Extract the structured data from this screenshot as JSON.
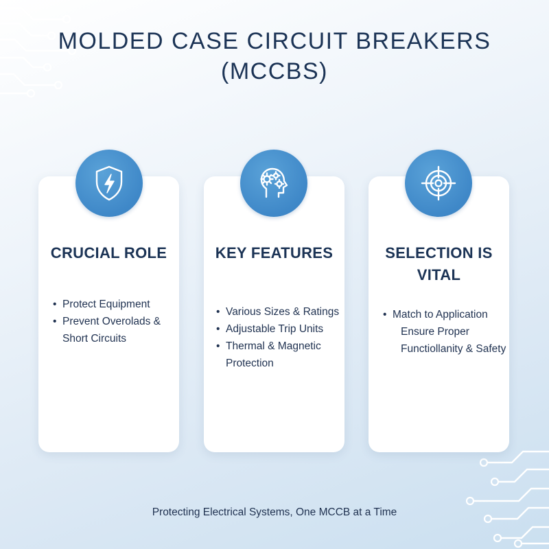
{
  "title": {
    "line1": "MOLDED CASE CIRCUIT BREAKERS",
    "line2": "(MCCBS)"
  },
  "cards": [
    {
      "icon": "shield-lightning-icon",
      "title": "CRUCIAL ROLE",
      "bullets": [
        "Protect Equipment",
        "Prevent Overolads & Short Circuits"
      ]
    },
    {
      "icon": "head-gears-icon",
      "title": "KEY FEATURES",
      "bullets": [
        "Various Sizes & Ratings",
        "Adjustable Trip Units",
        "Thermal & Magnetic Protection"
      ]
    },
    {
      "icon": "target-crosshair-icon",
      "title": "SELECTION IS VITAL",
      "bullets": [
        "Match to Application",
        "Ensure Proper Functiollanity & Safety"
      ]
    }
  ],
  "footer": "Protecting Electrical Systems, One MCCB at a Time",
  "colors": {
    "accent": "#3f88c8",
    "heading": "#1b3355",
    "card_background": "#ffffff"
  }
}
